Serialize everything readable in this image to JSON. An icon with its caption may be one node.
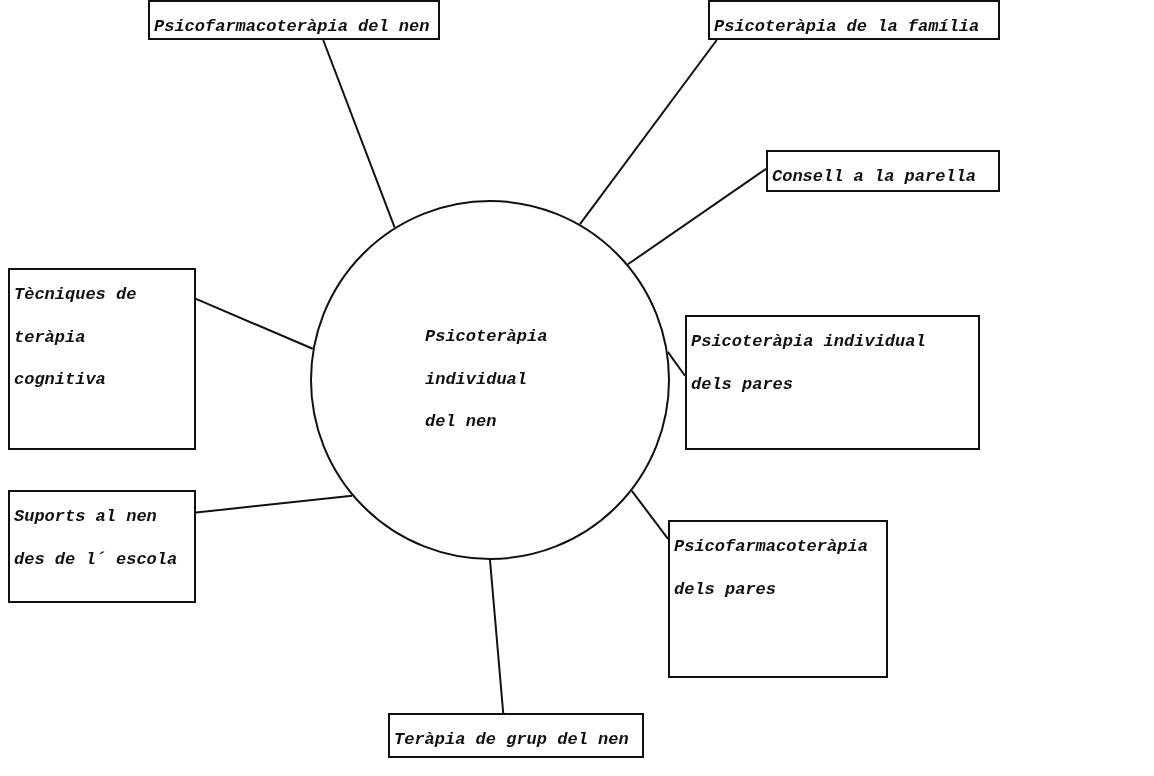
{
  "diagram": {
    "nodes": [
      {
        "text": [
          "Psicoteràpia individual del nen"
        ]
      },
      {
        "text": [
          "Psicofarmacoteràpia del nen"
        ]
      },
      {
        "text": [
          "Psicoteràpia de la família"
        ]
      },
      {
        "text": [
          "Consell a la parella"
        ]
      },
      {
        "text": [
          "Tècniques de teràpia cognitiva"
        ]
      },
      {
        "text": [
          "Psicoteràpia individual dels pares"
        ]
      },
      {
        "text": [
          "Suports al nen des de l´ escola"
        ]
      },
      {
        "text": [
          "Psicofarmacoteràpia dels pares"
        ]
      },
      {
        "text": [
          "Teràpia de grup del nen"
        ]
      }
    ],
    "edges": [
      {
        "from": 1,
        "to": 0,
        "arrow": "none"
      },
      {
        "from": 2,
        "to": 0,
        "arrow": "none"
      },
      {
        "from": 3,
        "to": 0,
        "arrow": "none"
      },
      {
        "from": 4,
        "to": 0,
        "arrow": "none"
      },
      {
        "from": 5,
        "to": 0,
        "arrow": "none"
      },
      {
        "from": 6,
        "to": 0,
        "arrow": "none"
      },
      {
        "from": 7,
        "to": 0,
        "arrow": "none"
      },
      {
        "from": 8,
        "to": 0,
        "arrow": "none"
      }
    ]
  }
}
